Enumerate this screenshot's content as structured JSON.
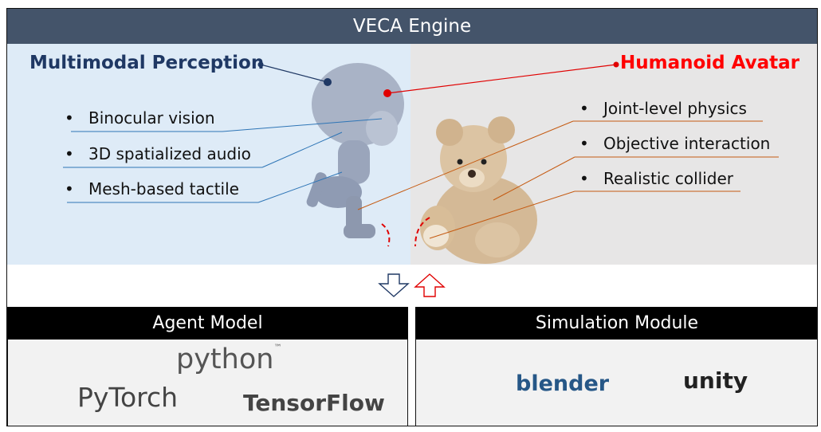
{
  "header": {
    "title": "VECA Engine"
  },
  "perception": {
    "title": "Multimodal Perception",
    "items": [
      "Binocular vision",
      "3D spatialized audio",
      "Mesh-based tactile"
    ]
  },
  "avatar": {
    "title": "Humanoid Avatar",
    "items": [
      "Joint-level physics",
      "Objective interaction",
      "Realistic collider"
    ]
  },
  "agent": {
    "title": "Agent Model",
    "logos": {
      "python": "python",
      "python_tm": "™",
      "pytorch": "PyTorch",
      "tensorflow": "TensorFlow"
    }
  },
  "simulation": {
    "title": "Simulation Module",
    "logos": {
      "blender": "blender",
      "unity": "unity"
    }
  },
  "bullet_char": "•",
  "colors": {
    "header": "#44546a",
    "left_panel": "#deebf7",
    "right_panel": "#e7e6e6",
    "perception": "#1f3864",
    "avatar": "#ff0000",
    "link_blue": "#2e75b6",
    "link_orange": "#c55a11"
  }
}
